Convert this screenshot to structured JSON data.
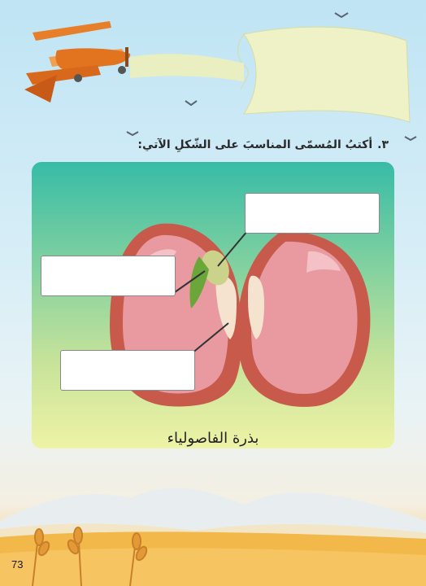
{
  "question": {
    "number": "٣.",
    "text": "أكتبُ المُسمّى المناسبَ على الشّكلِ الآتي:"
  },
  "diagram": {
    "caption": "بذرة الفاصولياء",
    "label_boxes": [
      "",
      "",
      ""
    ]
  },
  "page": {
    "number": "73"
  },
  "colors": {
    "panel_top": "#37bca6",
    "panel_bottom": "#eef3a6",
    "seed_outer": "#c85a4c",
    "seed_inner": "#e89aa0",
    "embryo": "#cbd38a",
    "cotyledon_leaf": "#6aa63a"
  },
  "icons": [
    "biplane-icon",
    "bird-icon",
    "banner-icon",
    "wheat-icon",
    "mountains-icon"
  ]
}
